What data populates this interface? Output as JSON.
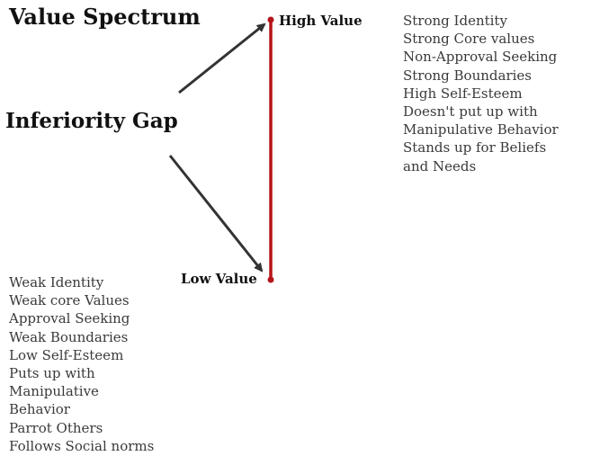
{
  "title": "Value Spectrum",
  "gap_label": "Inferiority Gap",
  "high_value": {
    "label": "High Value",
    "traits": [
      "Strong Identity",
      "Strong Core values",
      "Non-Approval Seeking",
      "Strong Boundaries",
      "High Self-Esteem",
      "Doesn't put up with",
      "Manipulative Behavior",
      "Stands up for Beliefs",
      "and Needs"
    ]
  },
  "low_value": {
    "label": "Low Value",
    "traits": [
      "Weak Identity",
      "Weak core Values",
      "Approval Seeking",
      "Weak Boundaries",
      "Low Self-Esteem",
      "Puts up with",
      "Manipulative",
      "Behavior",
      "Parrot Others",
      "Follows Social norms"
    ]
  },
  "colors": {
    "spectrum_line": "#b5141a",
    "arrows": "#333333",
    "text_dark": "#111111",
    "text_list": "#3a3a3a"
  }
}
